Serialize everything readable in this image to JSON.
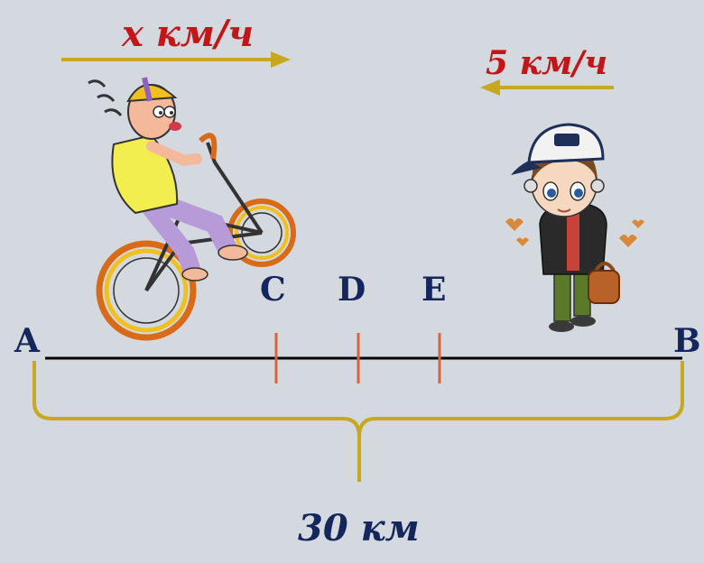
{
  "speeds": {
    "cyclist": "x км/ч",
    "pedestrian": "5 км/ч"
  },
  "points": {
    "a": "A",
    "b": "B",
    "c": "C",
    "d": "D",
    "e": "E"
  },
  "distance": "30 км",
  "colors": {
    "background": "#d3d9df",
    "speed_text": "#c41518",
    "label_text": "#14265c",
    "arrow": "#c8a820",
    "brace": "#c8a820",
    "tick": "#d8643c",
    "road": "#000000"
  },
  "icons": {
    "cyclist": "cyclist-cartoon-icon",
    "pedestrian": "walking-boy-cartoon-icon"
  }
}
